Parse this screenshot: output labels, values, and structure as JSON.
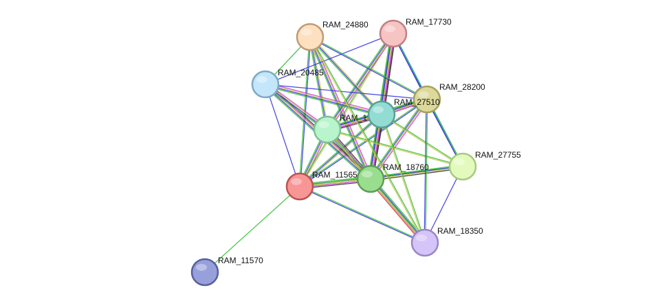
{
  "nodes": [
    {
      "id": "RAM_24880",
      "label": "RAM_24880",
      "fill": "#fde0c0",
      "stroke": "#c09a74"
    },
    {
      "id": "RAM_17730",
      "label": "RAM_17730",
      "fill": "#f7c4c4",
      "stroke": "#c27f7f"
    },
    {
      "id": "RAM_20485",
      "label": "RAM_20485",
      "fill": "#c3e6fa",
      "stroke": "#7ea9c4"
    },
    {
      "id": "RAM_28200",
      "label": "RAM_28200",
      "fill": "#dcd99a",
      "stroke": "#a4a25e"
    },
    {
      "id": "RAM_27510",
      "label": "RAM_27510",
      "fill": "#93dcd4",
      "stroke": "#5a9f98"
    },
    {
      "id": "RAM_1",
      "label": "RAM_1",
      "fill": "#b8f4cc",
      "stroke": "#7fc094"
    },
    {
      "id": "RAM_27755",
      "label": "RAM_27755",
      "fill": "#e2fbbd",
      "stroke": "#a9c782"
    },
    {
      "id": "RAM_11565",
      "label": "RAM_11565",
      "fill": "#f89595",
      "stroke": "#b95353"
    },
    {
      "id": "RAM_18760",
      "label": "RAM_18760",
      "fill": "#99dd8e",
      "stroke": "#5d9e56"
    },
    {
      "id": "RAM_18350",
      "label": "RAM_18350",
      "fill": "#d5c4f8",
      "stroke": "#9a86c6"
    },
    {
      "id": "RAM_11570",
      "label": "RAM_11570",
      "fill": "#98a0dc",
      "stroke": "#56609e"
    }
  ],
  "edge_colors": {
    "green": "#3bbf3b",
    "blue": "#3838e0",
    "yellow": "#c8c850",
    "magenta": "#d040d0",
    "black": "#333333",
    "red": "#e03030",
    "teal": "#2aa0a0"
  },
  "edges": [
    {
      "source": "RAM_11565",
      "target": "RAM_11570",
      "channels": [
        "green"
      ]
    },
    {
      "source": "RAM_11565",
      "target": "RAM_18760",
      "channels": [
        "green",
        "blue",
        "yellow",
        "magenta",
        "black"
      ]
    },
    {
      "source": "RAM_11565",
      "target": "RAM_1",
      "channels": [
        "green",
        "blue",
        "yellow",
        "magenta"
      ]
    },
    {
      "source": "RAM_11565",
      "target": "RAM_27510",
      "channels": [
        "green",
        "blue",
        "yellow"
      ]
    },
    {
      "source": "RAM_11565",
      "target": "RAM_20485",
      "channels": [
        "blue"
      ]
    },
    {
      "source": "RAM_11565",
      "target": "RAM_24880",
      "channels": [
        "green",
        "blue"
      ]
    },
    {
      "source": "RAM_11565",
      "target": "RAM_17730",
      "channels": [
        "green",
        "yellow"
      ]
    },
    {
      "source": "RAM_11565",
      "target": "RAM_28200",
      "channels": [
        "green",
        "blue"
      ]
    },
    {
      "source": "RAM_11565",
      "target": "RAM_27755",
      "channels": [
        "green",
        "yellow"
      ]
    },
    {
      "source": "RAM_11565",
      "target": "RAM_18350",
      "channels": [
        "green",
        "blue"
      ]
    },
    {
      "source": "RAM_18760",
      "target": "RAM_1",
      "channels": [
        "green",
        "blue",
        "yellow",
        "magenta",
        "black"
      ]
    },
    {
      "source": "RAM_18760",
      "target": "RAM_27510",
      "channels": [
        "green",
        "blue",
        "yellow",
        "magenta",
        "black"
      ]
    },
    {
      "source": "RAM_18760",
      "target": "RAM_20485",
      "channels": [
        "green",
        "blue",
        "yellow",
        "magenta",
        "black"
      ]
    },
    {
      "source": "RAM_18760",
      "target": "RAM_24880",
      "channels": [
        "green",
        "blue",
        "yellow",
        "magenta"
      ]
    },
    {
      "source": "RAM_18760",
      "target": "RAM_17730",
      "channels": [
        "green",
        "blue",
        "yellow",
        "magenta",
        "black"
      ]
    },
    {
      "source": "RAM_18760",
      "target": "RAM_28200",
      "channels": [
        "green",
        "blue",
        "yellow",
        "magenta"
      ]
    },
    {
      "source": "RAM_18760",
      "target": "RAM_27755",
      "channels": [
        "green",
        "blue",
        "yellow",
        "black"
      ]
    },
    {
      "source": "RAM_18760",
      "target": "RAM_18350",
      "channels": [
        "green",
        "blue",
        "yellow",
        "magenta",
        "red"
      ]
    },
    {
      "source": "RAM_1",
      "target": "RAM_27510",
      "channels": [
        "green",
        "blue",
        "yellow",
        "magenta",
        "black"
      ]
    },
    {
      "source": "RAM_1",
      "target": "RAM_20485",
      "channels": [
        "green",
        "blue",
        "yellow",
        "magenta"
      ]
    },
    {
      "source": "RAM_1",
      "target": "RAM_24880",
      "channels": [
        "green",
        "blue",
        "yellow"
      ]
    },
    {
      "source": "RAM_1",
      "target": "RAM_17730",
      "channels": [
        "green",
        "blue",
        "yellow",
        "magenta"
      ]
    },
    {
      "source": "RAM_1",
      "target": "RAM_28200",
      "channels": [
        "green",
        "blue",
        "yellow",
        "magenta"
      ]
    },
    {
      "source": "RAM_1",
      "target": "RAM_27755",
      "channels": [
        "green",
        "yellow"
      ]
    },
    {
      "source": "RAM_1",
      "target": "RAM_18350",
      "channels": [
        "green",
        "yellow"
      ]
    },
    {
      "source": "RAM_27510",
      "target": "RAM_20485",
      "channels": [
        "green",
        "blue",
        "yellow",
        "magenta"
      ]
    },
    {
      "source": "RAM_27510",
      "target": "RAM_24880",
      "channels": [
        "green",
        "blue",
        "yellow"
      ]
    },
    {
      "source": "RAM_27510",
      "target": "RAM_17730",
      "channels": [
        "green",
        "blue",
        "yellow",
        "magenta",
        "black"
      ]
    },
    {
      "source": "RAM_27510",
      "target": "RAM_28200",
      "channels": [
        "green",
        "blue",
        "yellow",
        "magenta"
      ]
    },
    {
      "source": "RAM_27510",
      "target": "RAM_27755",
      "channels": [
        "green",
        "yellow"
      ]
    },
    {
      "source": "RAM_27510",
      "target": "RAM_18350",
      "channels": [
        "green",
        "yellow"
      ]
    },
    {
      "source": "RAM_20485",
      "target": "RAM_24880",
      "channels": [
        "green"
      ]
    },
    {
      "source": "RAM_20485",
      "target": "RAM_17730",
      "channels": [
        "blue"
      ]
    },
    {
      "source": "RAM_20485",
      "target": "RAM_28200",
      "channels": [
        "blue"
      ]
    },
    {
      "source": "RAM_24880",
      "target": "RAM_28200",
      "channels": [
        "green",
        "blue"
      ]
    },
    {
      "source": "RAM_24880",
      "target": "RAM_18350",
      "channels": [
        "green",
        "yellow"
      ]
    },
    {
      "source": "RAM_17730",
      "target": "RAM_28200",
      "channels": [
        "green",
        "blue"
      ]
    },
    {
      "source": "RAM_17730",
      "target": "RAM_27755",
      "channels": [
        "teal",
        "blue"
      ]
    },
    {
      "source": "RAM_28200",
      "target": "RAM_27755",
      "channels": [
        "green",
        "blue"
      ]
    },
    {
      "source": "RAM_28200",
      "target": "RAM_18350",
      "channels": [
        "green",
        "blue"
      ]
    },
    {
      "source": "RAM_27755",
      "target": "RAM_18350",
      "channels": [
        "blue"
      ]
    }
  ]
}
